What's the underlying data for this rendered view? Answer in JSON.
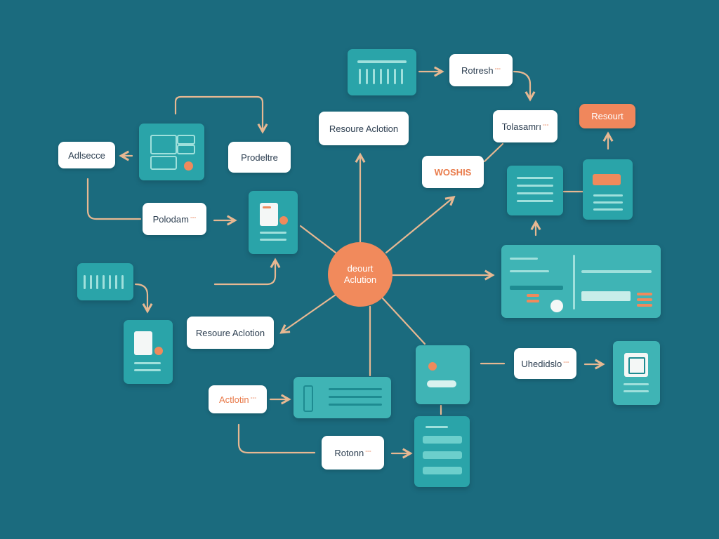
{
  "hub": {
    "line1": "deourt",
    "line2": "Aclution"
  },
  "labels": {
    "refresh": {
      "text": "Rotresh",
      "sub": "°°°"
    },
    "resource_top": {
      "text": "Resoure Aclotion"
    },
    "tolasam": {
      "text": "Tolasamrı",
      "sub": "°°°"
    },
    "result": {
      "text": "Resourt"
    },
    "wolosis": {
      "text": "WOSHIS"
    },
    "adsecce": {
      "text": "Adlsecce"
    },
    "prodeltre": {
      "text": "Prodeltre"
    },
    "polodam": {
      "text": "Polodam",
      "sub": "°°°"
    },
    "resource_left": {
      "text": "Resoure Aclotion"
    },
    "action": {
      "text": "Actlotin",
      "sub": "°°°"
    },
    "rotonn": {
      "text": "Rotonn",
      "sub": "°°°"
    },
    "uhedidslo": {
      "text": "Uhedidslo",
      "sub": "°°°"
    }
  },
  "colors": {
    "background": "#1b6b7e",
    "card": "#2aa4a9",
    "accent": "#f0875c",
    "connector": "#e7b892"
  },
  "icons": {
    "hub": "network-hub-icon",
    "dashboard": "dashboard-card-icon",
    "document": "document-card-icon",
    "storage": "storage-stack-icon",
    "barcode": "barcode-card-icon"
  }
}
